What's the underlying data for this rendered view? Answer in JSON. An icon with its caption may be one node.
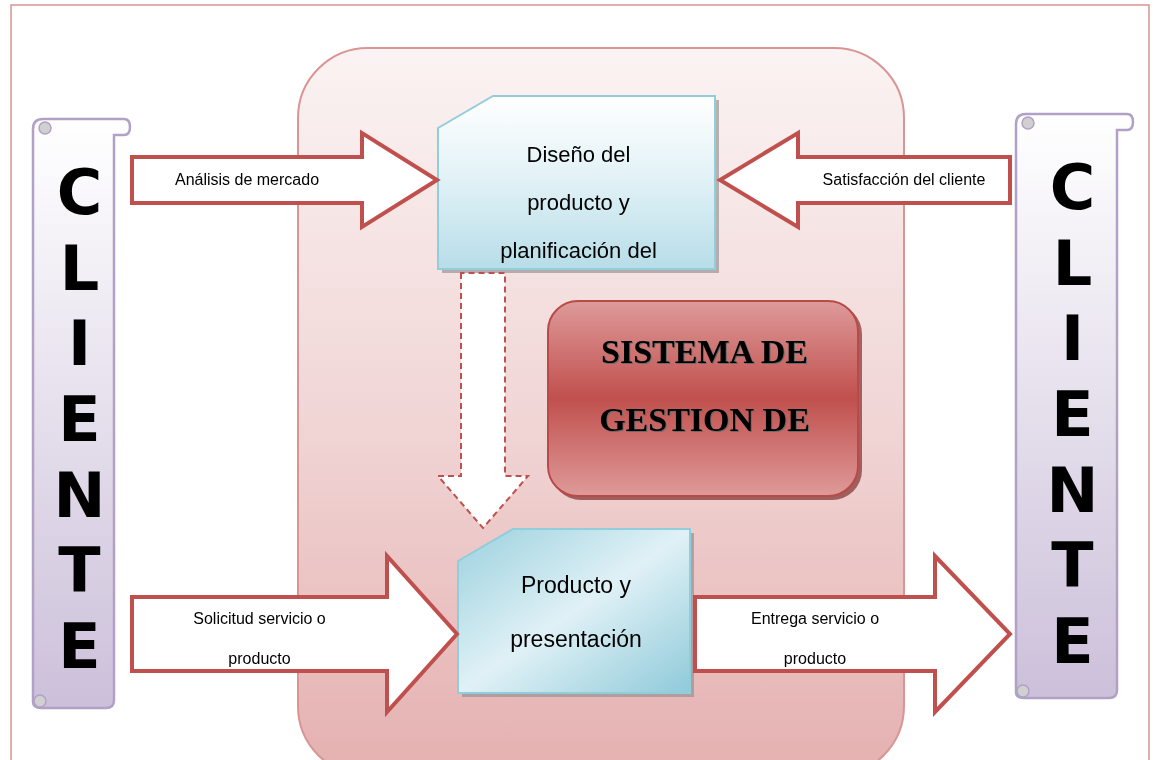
{
  "diagram": {
    "nodes": [
      {
        "text": [
          "CLIENTE"
        ]
      },
      {
        "text": [],
        "shape": "box"
      },
      {
        "text": [
          "Diseño del producto y planificación del"
        ],
        "in": 1
      },
      {
        "text": [
          "SISTEMA DE GESTION DE"
        ],
        "in": 1
      },
      {
        "text": [
          "Producto y presentación"
        ],
        "in": 1
      },
      {
        "text": [
          "CLIENTE"
        ]
      }
    ],
    "edges": [
      {
        "from": 0,
        "to": 2,
        "arrow": "to",
        "label": "Análisis de mercado"
      },
      {
        "from": 5,
        "to": 2,
        "arrow": "to",
        "label": "Satisfacción del cliente"
      },
      {
        "from": 2,
        "to": 4,
        "arrow": "to",
        "style": "dashed"
      },
      {
        "from": 0,
        "to": 4,
        "arrow": "to",
        "label": "Solicitud servicio o producto"
      },
      {
        "from": 4,
        "to": 5,
        "arrow": "to",
        "label": "Entrega servicio o producto"
      }
    ]
  }
}
